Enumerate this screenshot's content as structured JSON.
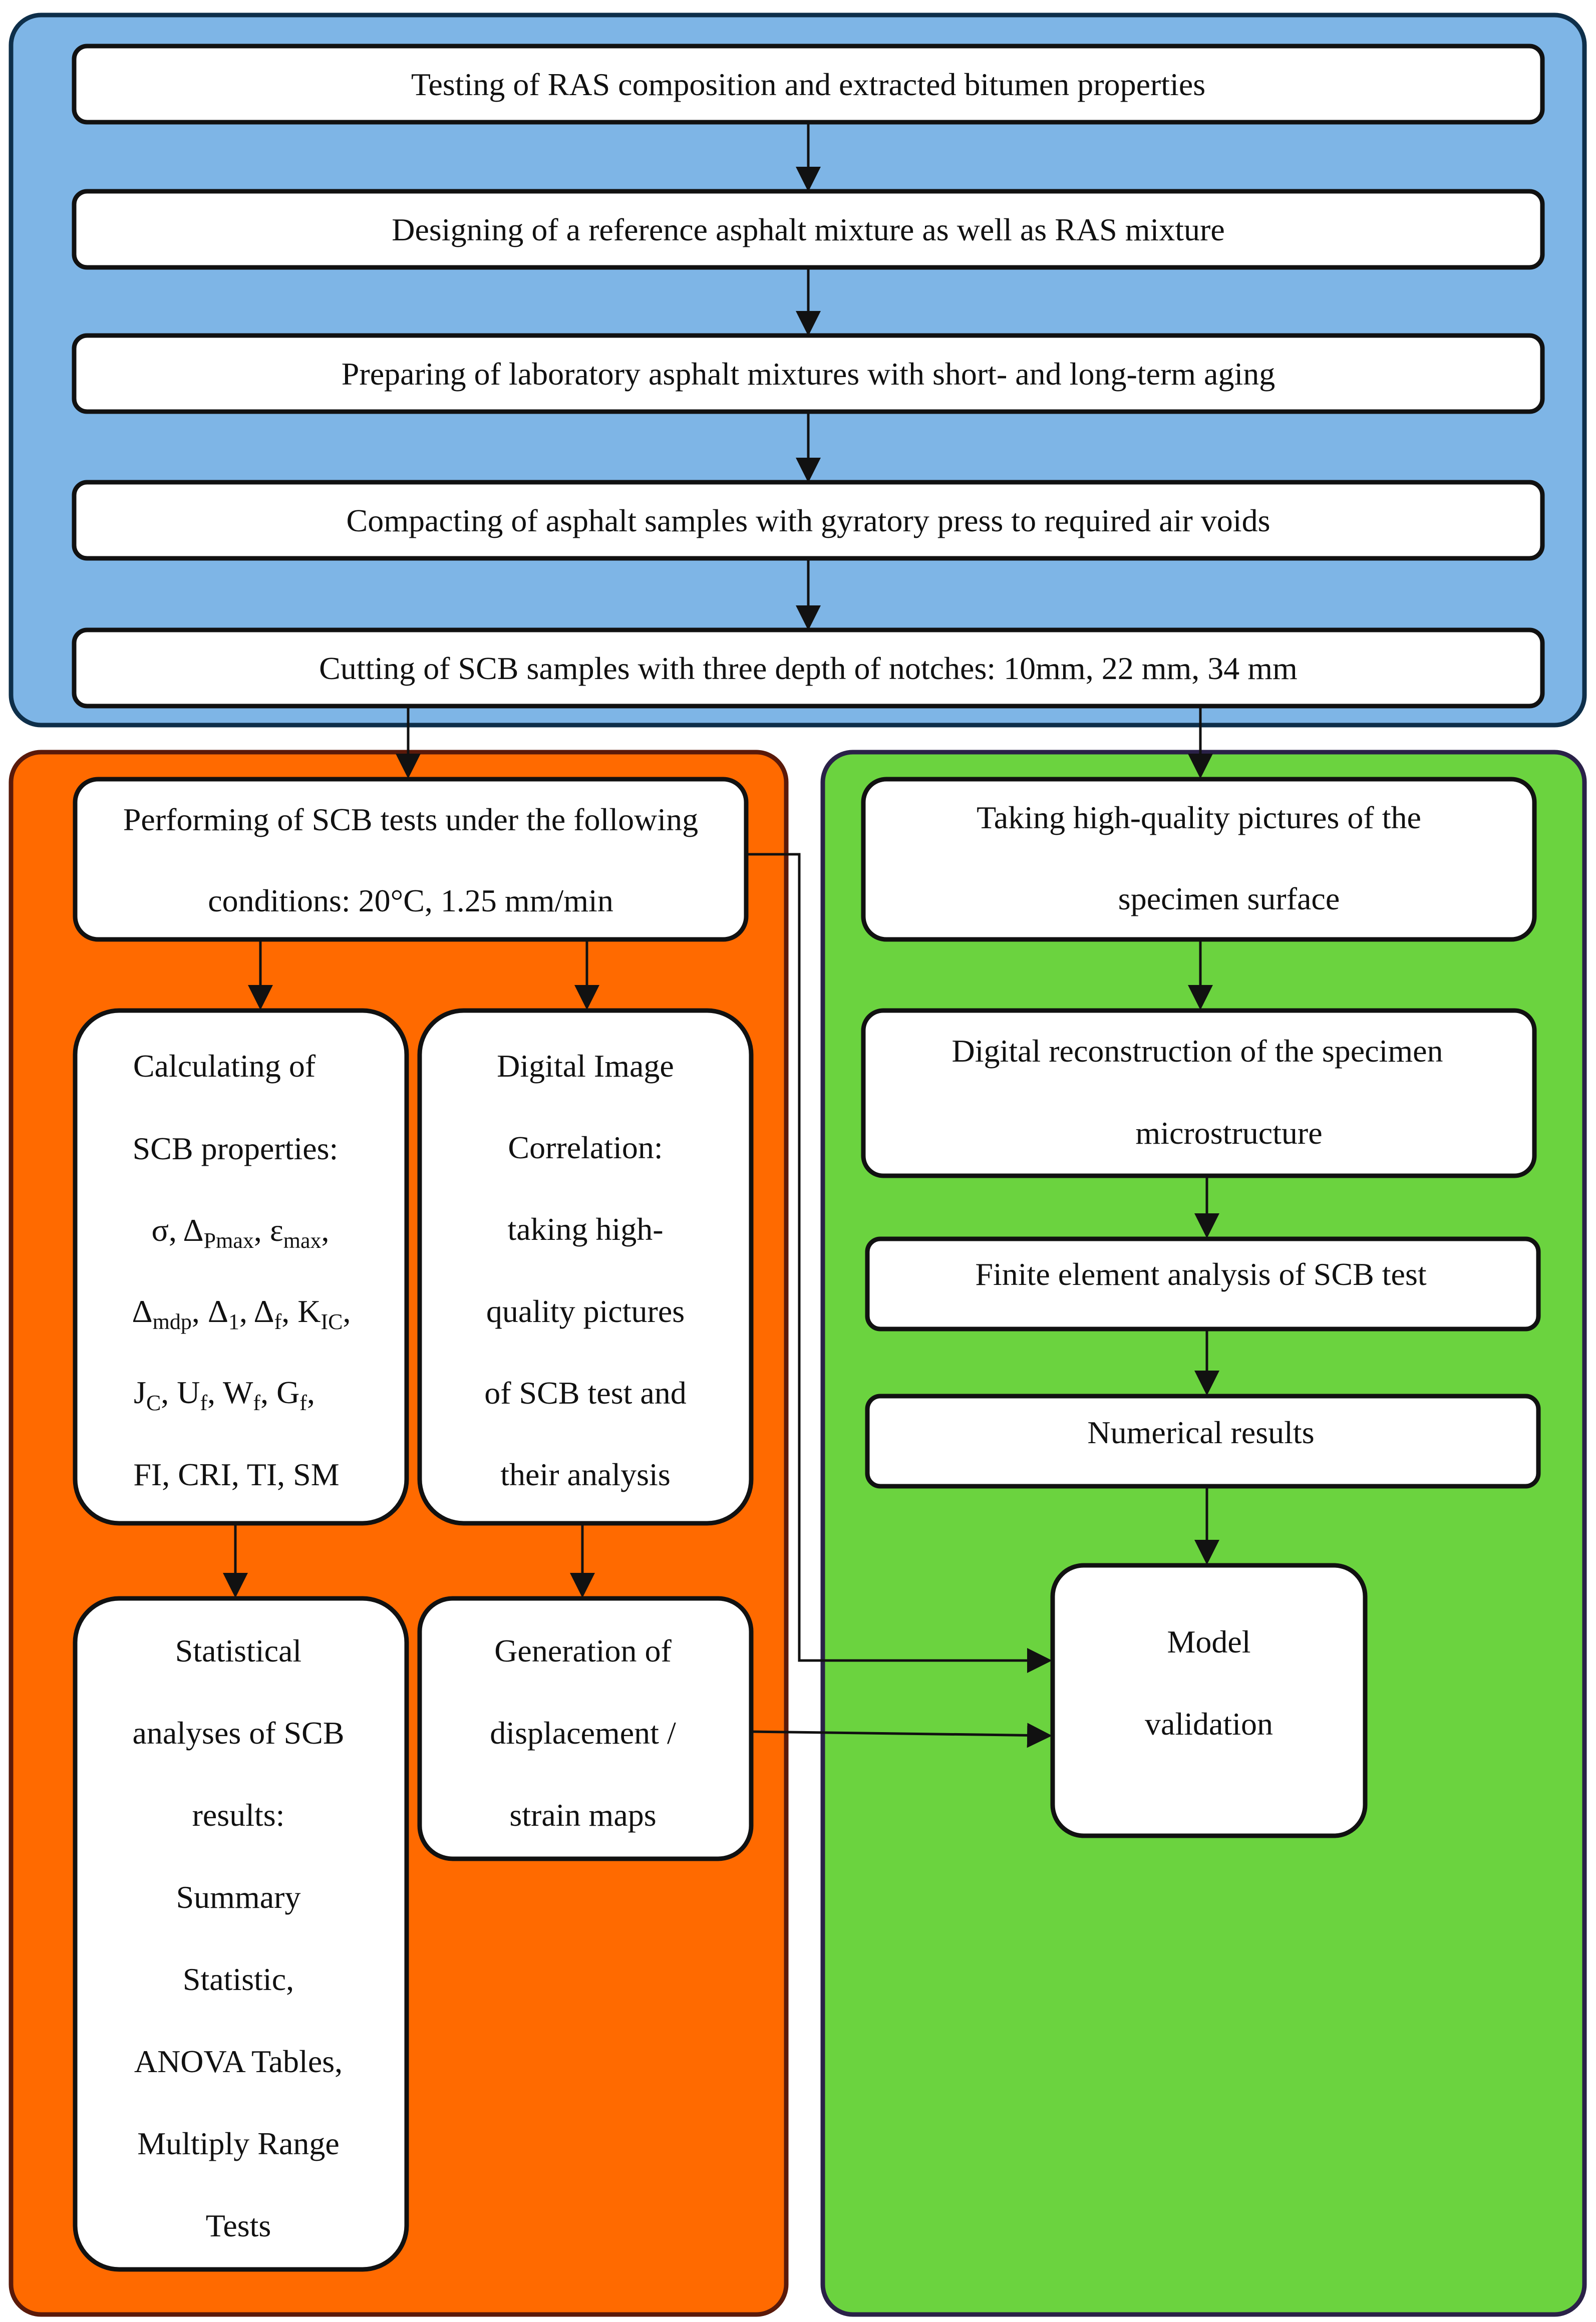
{
  "colors": {
    "top_panel": "#7EB5E6",
    "top_border": "#0E2F4A",
    "left_panel": "#FF6A00",
    "left_border": "#5A1A0A",
    "right_panel": "#6BD33F",
    "right_border": "#2A2148",
    "box_fill": "#FFFFFF",
    "box_border": "#111111"
  },
  "top": {
    "step1": "Testing of RAS composition and extracted bitumen properties",
    "step2": "Designing of a reference asphalt mixture as well as RAS mixture",
    "step3": "Preparing of laboratory asphalt mixtures with short- and long-term aging",
    "step4": "Compacting of asphalt samples with gyratory press to required air voids",
    "step5": "Cutting of SCB samples with three depth of notches: 10mm, 22 mm, 34 mm"
  },
  "left": {
    "perform_l1": "Performing of SCB tests under the following",
    "perform_l2": "conditions: 20°C, 1.25 mm/min",
    "calc": {
      "l1": "Calculating of",
      "l2": "SCB properties:",
      "sigma": "σ, ",
      "delta": "Δ",
      "pmax_sub": "Pmax",
      "eps": ", ε",
      "max_sub": "max",
      "comma_end": ",",
      "mdp_sub": "mdp",
      "d1_text": ", Δ",
      "one_sub": "1",
      "df_text": ", Δ",
      "f_sub": "f",
      "k_text": ", K",
      "ic_sub": "IC",
      "comma2": ",",
      "j_text": "J",
      "c_sub": "C",
      "u_text": ", U",
      "w_text": ", W",
      "g_text": ", G",
      "l6": "FI, CRI, TI, SM"
    },
    "dic": [
      "Digital Image",
      "Correlation:",
      "taking high-",
      "quality pictures",
      "of SCB test and",
      "their analysis"
    ],
    "stats": [
      "Statistical",
      "analyses of SCB",
      "results:",
      "Summary",
      "Statistic,",
      "ANOVA Tables,",
      "Multiply Range",
      "Tests"
    ],
    "maps": [
      "Generation of",
      "displacement /",
      "strain maps"
    ]
  },
  "right": {
    "pictures": [
      "Taking high-quality pictures of the",
      "specimen surface"
    ],
    "reconstruction": [
      "Digital reconstruction of the specimen",
      "microstructure"
    ],
    "fea": "Finite element analysis of SCB test",
    "numerical": "Numerical results",
    "validation": [
      "Model",
      "validation"
    ]
  }
}
